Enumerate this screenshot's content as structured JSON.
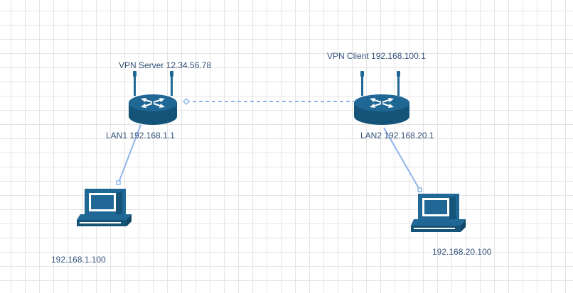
{
  "nodes": {
    "vpn_server": {
      "label": "VPN Server 12.34.56.78",
      "lan_label": "LAN1 192.168.1.1"
    },
    "vpn_client": {
      "label": "VPN Client 192.168.100.1",
      "lan_label": "LAN2 192.168.20.1"
    },
    "pc1": {
      "label": "192.168.1.100"
    },
    "pc2": {
      "label": "192.168.20.100"
    }
  },
  "colors": {
    "device": "#1f6795",
    "device_dark": "#155478",
    "link": "#8fb5ea",
    "label": "#34527a"
  },
  "icons": {
    "router": "router-icon",
    "computer": "computer-icon"
  }
}
